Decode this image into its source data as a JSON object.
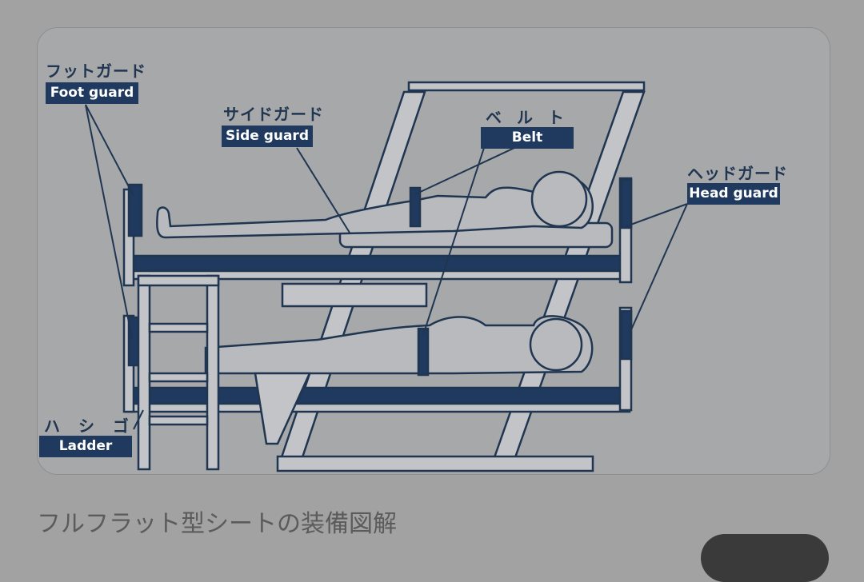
{
  "diagram": {
    "labels": {
      "foot_guard_jp": "フットガード",
      "foot_guard_en": "Foot guard",
      "side_guard_jp": "サイドガード",
      "side_guard_en": "Side guard",
      "belt_jp": "ベ ル ト",
      "belt_en": "Belt",
      "head_guard_jp": "ヘッドガード",
      "head_guard_en": "Head guard",
      "ladder_jp": "ハ シ ゴ",
      "ladder_en": "Ladder"
    },
    "colors": {
      "navy": "#1f3a5e",
      "line": "#1f3550",
      "light": "#b8babd"
    }
  },
  "caption": "フルフラット型シートの装備図解"
}
